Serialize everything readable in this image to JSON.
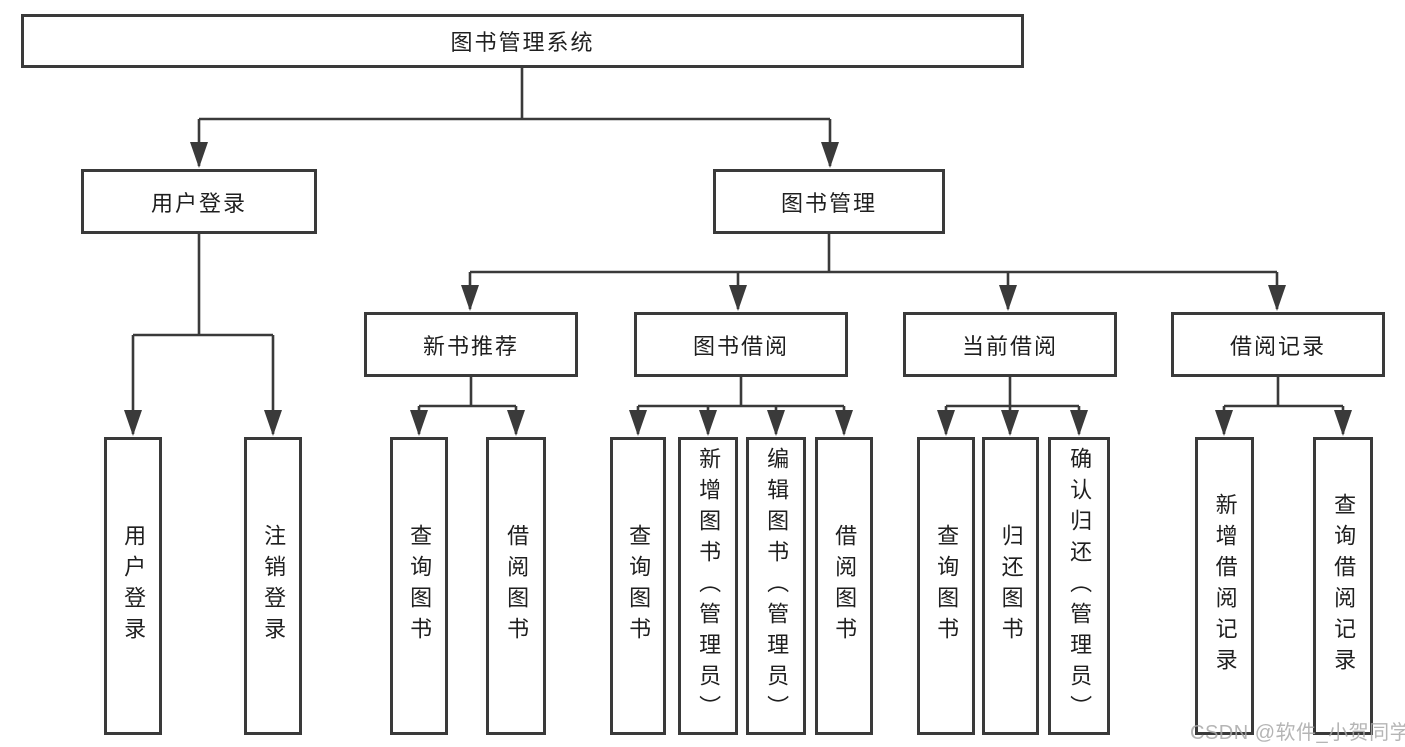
{
  "diagram": {
    "root": {
      "label": "图书管理系统"
    },
    "branches": [
      {
        "label": "用户登录",
        "leaves": [
          {
            "label": "用户登录"
          },
          {
            "label": "注销登录"
          }
        ]
      },
      {
        "label": "图书管理",
        "groups": [
          {
            "label": "新书推荐",
            "leaves": [
              {
                "label": "查询图书"
              },
              {
                "label": "借阅图书"
              }
            ]
          },
          {
            "label": "图书借阅",
            "leaves": [
              {
                "label": "查询图书"
              },
              {
                "label": "新增图书（管理员）"
              },
              {
                "label": "编辑图书（管理员）"
              },
              {
                "label": "借阅图书"
              }
            ]
          },
          {
            "label": "当前借阅",
            "leaves": [
              {
                "label": "查询图书"
              },
              {
                "label": "归还图书"
              },
              {
                "label": "确认归还（管理员）"
              }
            ]
          },
          {
            "label": "借阅记录",
            "leaves": [
              {
                "label": "新增借阅记录"
              },
              {
                "label": "查询借阅记录"
              }
            ]
          }
        ]
      }
    ]
  },
  "watermark": {
    "text": "CSDN @软件_小贺同学"
  },
  "colors": {
    "line": "#3a3a3a",
    "box_border": "#3a3a3a",
    "text": "#1f1f1f",
    "watermark": "#a9a9a9",
    "background": "#ffffff"
  }
}
